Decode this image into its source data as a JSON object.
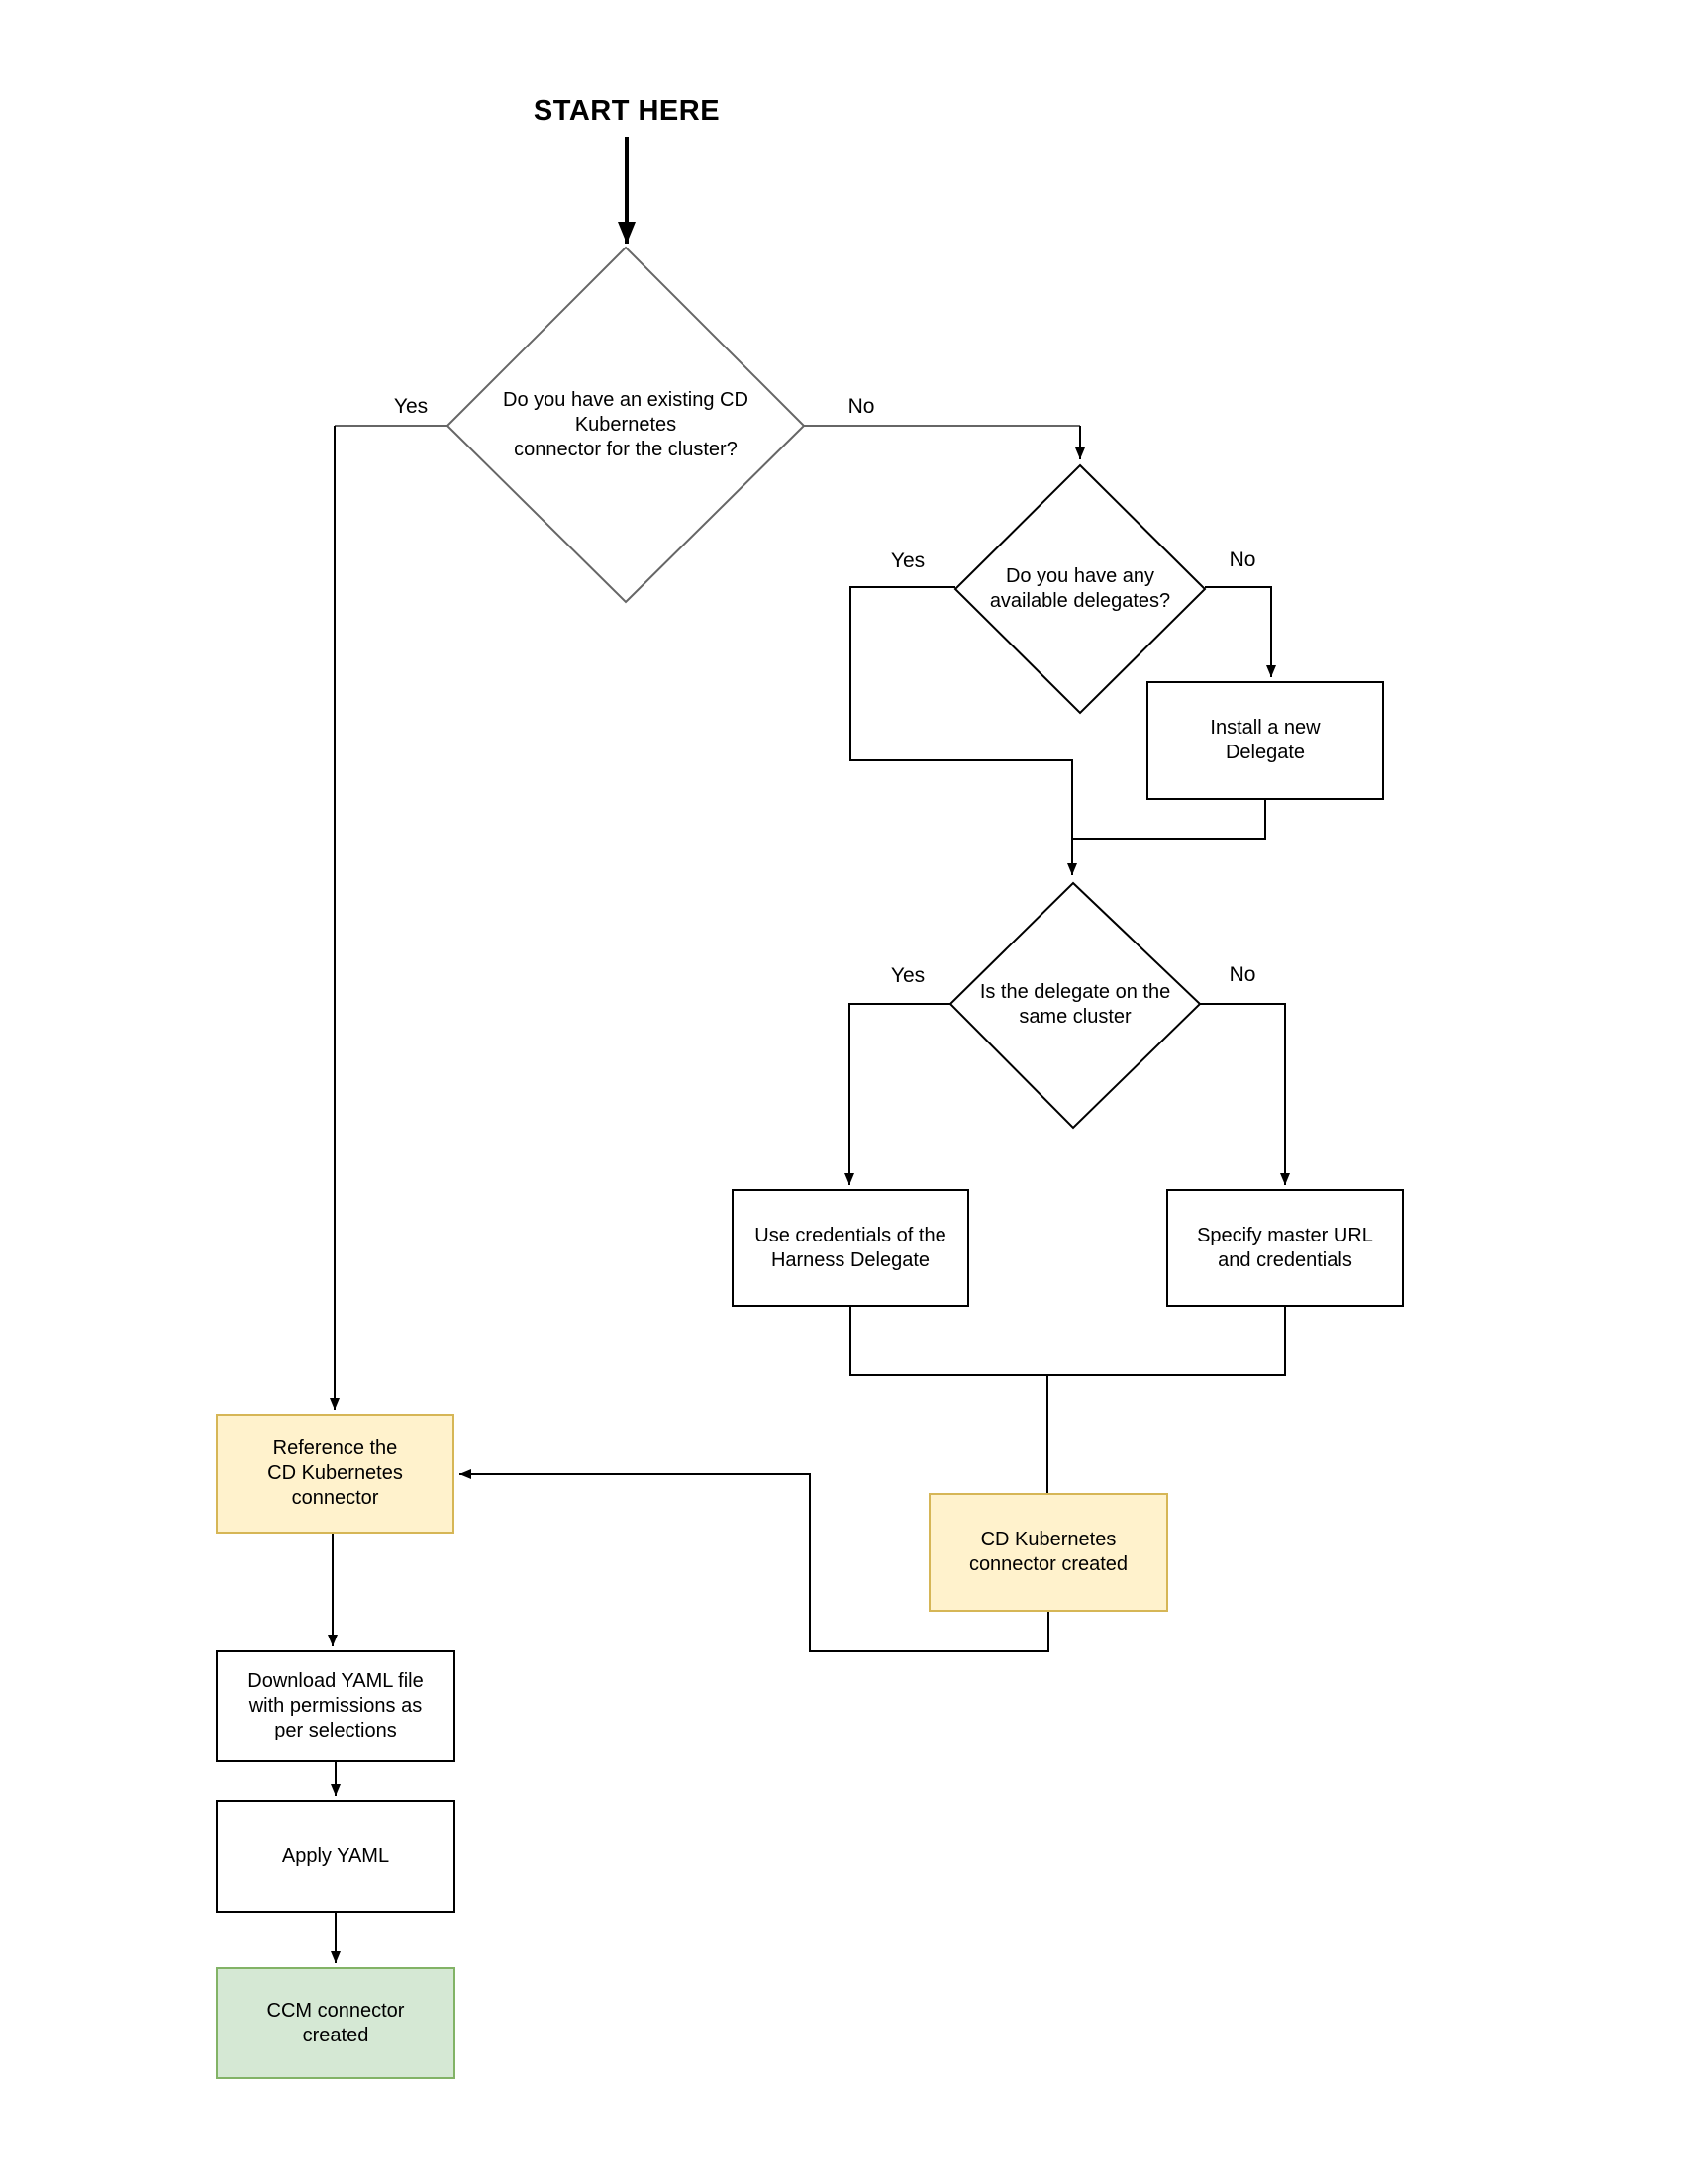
{
  "diagram": {
    "title": "START HERE",
    "nodes": {
      "d1": {
        "type": "decision",
        "label": "Do you have an existing CD\nKubernetes\nconnector for the cluster?"
      },
      "d2": {
        "type": "decision",
        "label": "Do you have any\navailable delegates?"
      },
      "d3": {
        "type": "decision",
        "label": "Is the delegate on the\nsame cluster"
      },
      "install": {
        "type": "process",
        "label": "Install a new\nDelegate"
      },
      "use_credentials": {
        "type": "process",
        "label": "Use credentials of the\nHarness Delegate"
      },
      "specify_master": {
        "type": "process",
        "label": "Specify master URL\nand credentials"
      },
      "cdk_created": {
        "type": "milestone",
        "label": "CD Kubernetes\nconnector created"
      },
      "reference": {
        "type": "milestone",
        "label": "Reference the\nCD Kubernetes\nconnector"
      },
      "download": {
        "type": "process",
        "label": "Download YAML file\nwith permissions as\nper selections"
      },
      "apply": {
        "type": "process",
        "label": "Apply YAML"
      },
      "ccm_created": {
        "type": "terminal",
        "label": "CCM connector\ncreated"
      }
    },
    "edge_labels": {
      "d1_yes": "Yes",
      "d1_no": "No",
      "d2_yes": "Yes",
      "d2_no": "No",
      "d3_yes": "Yes",
      "d3_no": "No"
    },
    "edges": [
      {
        "from": "start",
        "to": "d1"
      },
      {
        "from": "d1",
        "to": "reference",
        "label": "Yes"
      },
      {
        "from": "d1",
        "to": "d2",
        "label": "No"
      },
      {
        "from": "d2",
        "to": "d3",
        "label": "Yes"
      },
      {
        "from": "d2",
        "to": "install",
        "label": "No"
      },
      {
        "from": "install",
        "to": "d3"
      },
      {
        "from": "d3",
        "to": "use_credentials",
        "label": "Yes"
      },
      {
        "from": "d3",
        "to": "specify_master",
        "label": "No"
      },
      {
        "from": "use_credentials",
        "to": "cdk_created"
      },
      {
        "from": "specify_master",
        "to": "cdk_created"
      },
      {
        "from": "cdk_created",
        "to": "reference"
      },
      {
        "from": "reference",
        "to": "download"
      },
      {
        "from": "download",
        "to": "apply"
      },
      {
        "from": "apply",
        "to": "ccm_created"
      }
    ],
    "colors": {
      "milestone_fill": "#fff2cc",
      "milestone_border": "#d6b656",
      "terminal_fill": "#d5e8d4",
      "terminal_border": "#82b366",
      "process_border": "#000000",
      "decision_border": "#666666",
      "line": "#000000",
      "text": "#000000"
    }
  }
}
